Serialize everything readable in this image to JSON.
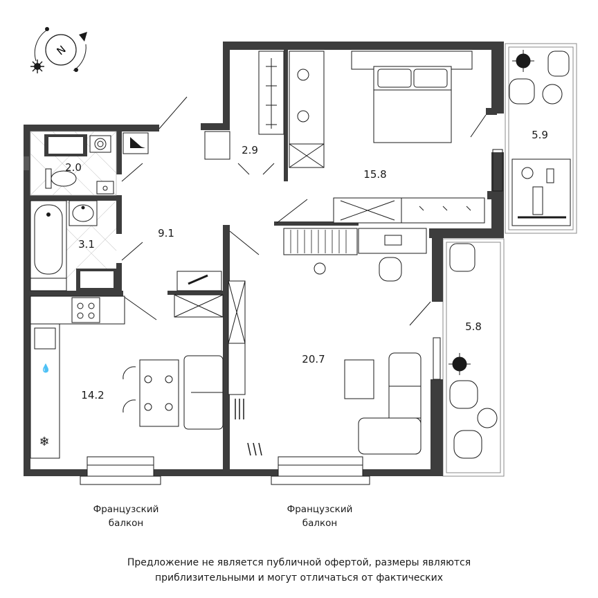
{
  "compass": {
    "letter": "N",
    "icon": "compass-icon"
  },
  "rooms": {
    "bathroom_small": "2.0",
    "closet": "2.9",
    "bedroom": "15.8",
    "balcony_top": "5.9",
    "bathroom": "3.1",
    "hallway": "9.1",
    "living_room": "20.7",
    "balcony_right": "5.8",
    "kitchen": "14.2"
  },
  "captions": {
    "left_balcony": [
      "Французский",
      "балкон"
    ],
    "right_balcony": [
      "Французский",
      "балкон"
    ]
  },
  "disclaimer": [
    "Предложение не является публичной офертой, размеры являются",
    "приблизительными и могут отличаться от фактических"
  ],
  "colors": {
    "wall": "#3d3d3d",
    "line": "#1a1a1a",
    "background": "#ffffff"
  }
}
